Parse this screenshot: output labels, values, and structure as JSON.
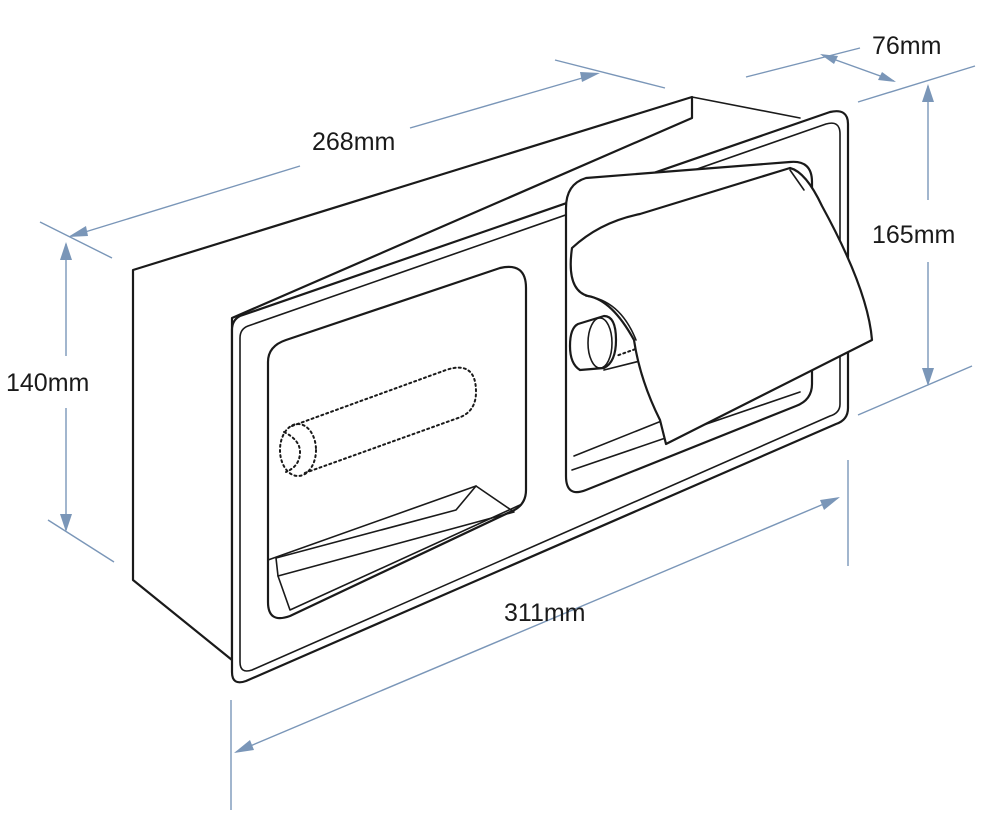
{
  "dimensions": {
    "depth": "76mm",
    "width_back": "268mm",
    "height_body": "140mm",
    "height_flange": "165mm",
    "width_flange": "311mm"
  },
  "colors": {
    "dimension_line": "#7a96b8",
    "outline": "#1a1a1a",
    "background": "#ffffff"
  }
}
